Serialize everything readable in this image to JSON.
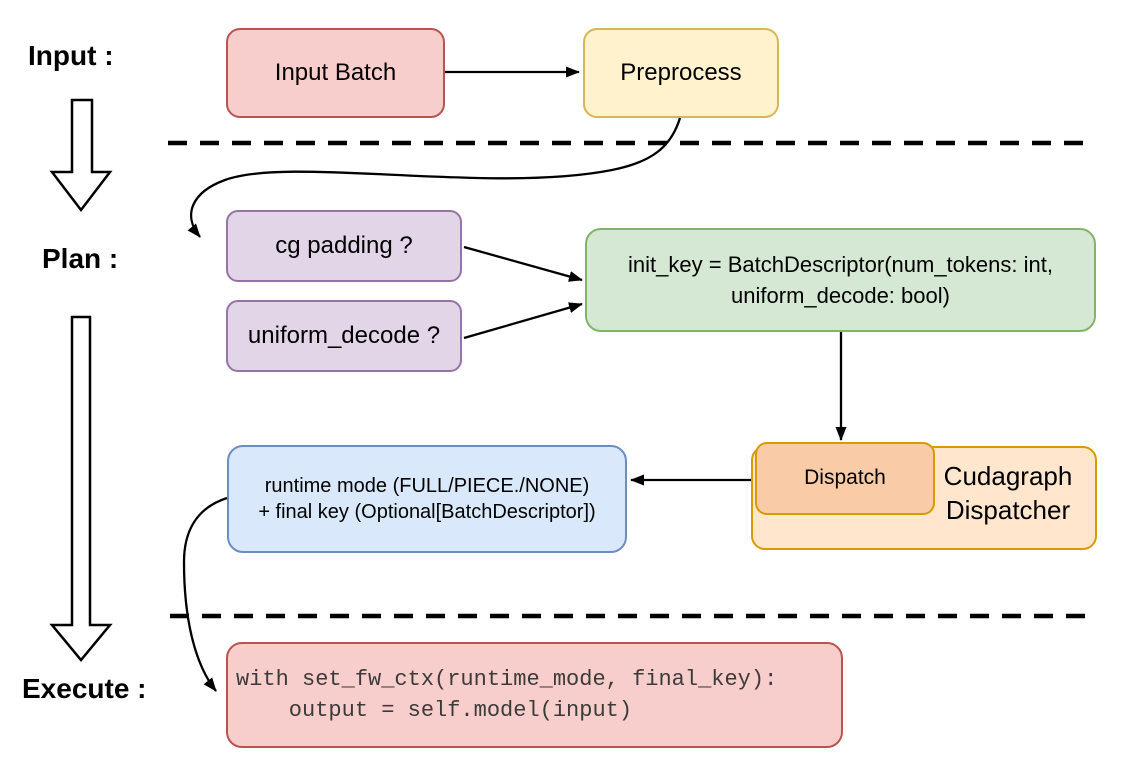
{
  "sections": {
    "input_label": "Input :",
    "plan_label": "Plan :",
    "execute_label": "Execute :"
  },
  "nodes": {
    "input_batch": {
      "label": "Input Batch",
      "fill": "#F8CECC",
      "stroke": "#B85450"
    },
    "preprocess": {
      "label": "Preprocess",
      "fill": "#FFF2CC",
      "stroke": "#D6B656"
    },
    "cg_padding": {
      "label": "cg padding ?",
      "fill": "#E1D5E7",
      "stroke": "#9673A6"
    },
    "uniform_decode": {
      "label": "uniform_decode ?",
      "fill": "#E1D5E7",
      "stroke": "#9673A6"
    },
    "init_key": {
      "line1": "init_key = BatchDescriptor(num_tokens: int,",
      "line2": "uniform_decode: bool)",
      "fill": "#D5E8D4",
      "stroke": "#82B366"
    },
    "dispatch": {
      "label": "Dispatch",
      "fill": "#F9CBA6",
      "stroke": "#D79B00"
    },
    "cudagraph_dispatcher": {
      "line1": "Cudagraph",
      "line2": "Dispatcher",
      "fill": "#FFE6CC",
      "stroke": "#D79B00"
    },
    "runtime_result": {
      "line1": "runtime mode (FULL/PIECE./NONE)",
      "line2": "+ final key (Optional[BatchDescriptor])",
      "fill": "#DAE8FC",
      "stroke": "#6C8EBF"
    },
    "execute_code": {
      "line1": "with set_fw_ctx(runtime_mode, final_key):",
      "line2": "    output = self.model(input)",
      "fill": "#F8CECC",
      "stroke": "#B85450"
    }
  },
  "connector_color": "#000000"
}
